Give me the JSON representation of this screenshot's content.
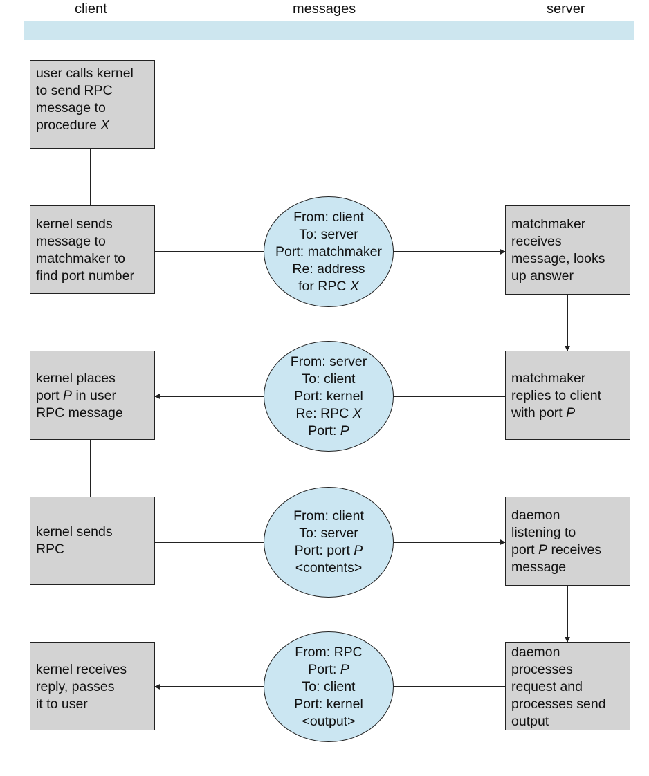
{
  "header": {
    "client": "client",
    "messages": "messages",
    "server": "server"
  },
  "boxes": [
    {
      "id": "c1",
      "lines": [
        [
          "user calls kernel"
        ],
        [
          "to send RPC"
        ],
        [
          "message to"
        ],
        [
          "procedure ",
          {
            "i": "X"
          }
        ]
      ]
    },
    {
      "id": "c2",
      "lines": [
        [
          "kernel sends"
        ],
        [
          "message to"
        ],
        [
          "matchmaker to"
        ],
        [
          "find port number"
        ]
      ]
    },
    {
      "id": "c3",
      "lines": [
        [
          "kernel places"
        ],
        [
          "port ",
          {
            "i": "P"
          },
          " in user"
        ],
        [
          "RPC message"
        ]
      ]
    },
    {
      "id": "c4",
      "lines": [
        [
          "kernel sends"
        ],
        [
          "RPC"
        ]
      ]
    },
    {
      "id": "c5",
      "lines": [
        [
          "kernel receives"
        ],
        [
          "reply, passes"
        ],
        [
          "it to user"
        ]
      ]
    },
    {
      "id": "s1",
      "lines": [
        [
          "matchmaker"
        ],
        [
          "receives"
        ],
        [
          "message, looks"
        ],
        [
          "up answer"
        ]
      ]
    },
    {
      "id": "s2",
      "lines": [
        [
          "matchmaker"
        ],
        [
          "replies to client"
        ],
        [
          "with port ",
          {
            "i": "P"
          }
        ]
      ]
    },
    {
      "id": "s3",
      "lines": [
        [
          "daemon"
        ],
        [
          "listening to"
        ],
        [
          "port ",
          {
            "i": "P"
          },
          " receives"
        ],
        [
          "message"
        ]
      ]
    },
    {
      "id": "s4",
      "lines": [
        [
          "daemon"
        ],
        [
          "processes"
        ],
        [
          "request and"
        ],
        [
          "processes send"
        ],
        [
          "output"
        ]
      ]
    }
  ],
  "messages": [
    {
      "id": "m1",
      "lines": [
        [
          "From: client"
        ],
        [
          "To: server"
        ],
        [
          "Port: matchmaker"
        ],
        [
          "Re: address"
        ],
        [
          "for RPC ",
          {
            "i": "X"
          }
        ]
      ]
    },
    {
      "id": "m2",
      "lines": [
        [
          "From: server"
        ],
        [
          "To: client"
        ],
        [
          "Port: kernel"
        ],
        [
          "Re: RPC ",
          {
            "i": "X"
          }
        ],
        [
          "Port: ",
          {
            "i": "P"
          }
        ]
      ]
    },
    {
      "id": "m3",
      "lines": [
        [
          "From: client"
        ],
        [
          "To: server"
        ],
        [
          "Port: port ",
          {
            "i": "P"
          }
        ],
        [
          "<contents>"
        ]
      ]
    },
    {
      "id": "m4",
      "lines": [
        [
          "From: RPC"
        ],
        [
          "Port: ",
          {
            "i": "P"
          }
        ],
        [
          "To: client"
        ],
        [
          "Port: kernel"
        ],
        [
          "<output>"
        ]
      ]
    }
  ],
  "colors": {
    "header_band": "#cde6ef",
    "box_fill": "#d3d3d3",
    "message_fill": "#cbe6f2",
    "stroke": "#222222"
  }
}
